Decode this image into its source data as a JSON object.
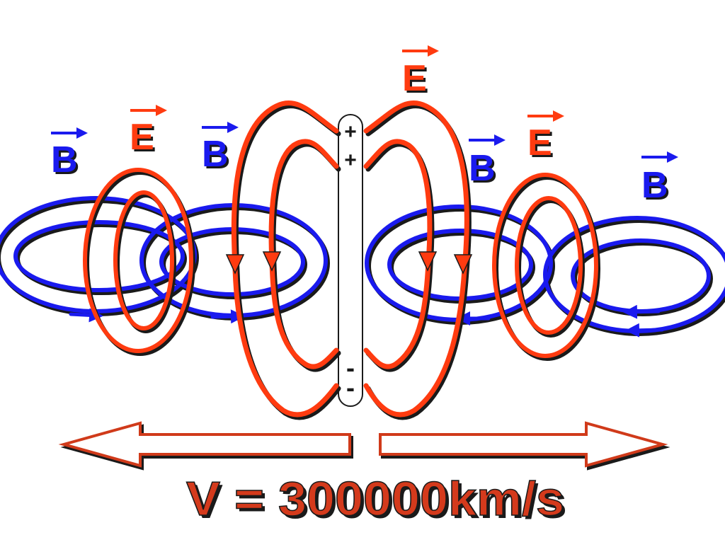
{
  "colors": {
    "electric": "#ff3b10",
    "magnetic": "#1a1aee",
    "shadow": "#1a1a1a",
    "arrow_outline": "#d03a1a",
    "velocity_text": "#d43a1c"
  },
  "labels": {
    "e_vector": "E",
    "b_vector": "B",
    "plus": "+",
    "minus": "-"
  },
  "velocity": {
    "text": "V = 300000km/s"
  }
}
